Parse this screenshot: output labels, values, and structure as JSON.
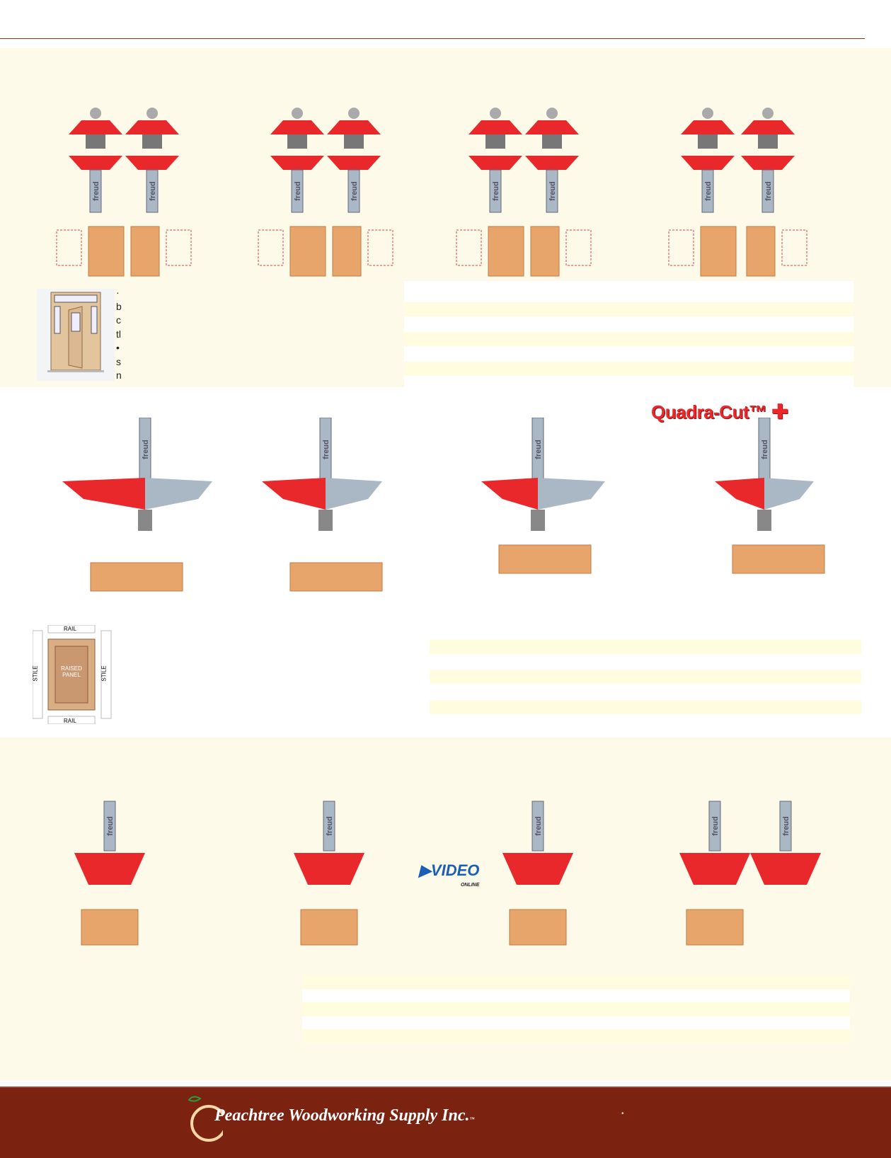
{
  "header": {
    "rule_color": "#8a3a22"
  },
  "door_text_fragments": [
    "·",
    "b",
    "c",
    "tl",
    "•",
    "s",
    "n"
  ],
  "panel_diagram": {
    "rail_top": "RAIL",
    "rail_bottom": "RAIL",
    "stile_left": "STILE",
    "stile_right": "STILE",
    "panel": "RAISED PANEL"
  },
  "quadracut_logo": "Quadra-Cut™",
  "video_badge": {
    "main": "VIDEO",
    "sub": "ONLINE"
  },
  "shank_brand": "freud",
  "footer": {
    "company": "Peachtree Woodworking Supply Inc.",
    "tm": "™",
    "dot": "•"
  },
  "colors": {
    "bit_red": "#e8282b",
    "steel": "#a9b8c4",
    "wood": "#e8a56b",
    "cream": "#fefaea",
    "stripe": "#fffce0",
    "footer": "#7b2211"
  }
}
